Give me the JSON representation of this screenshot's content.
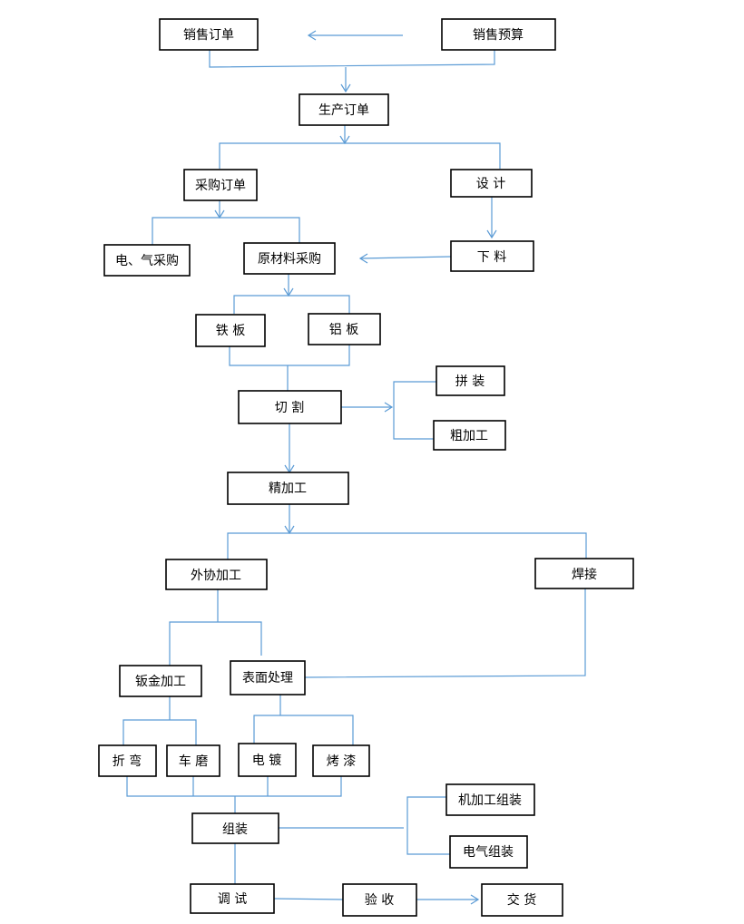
{
  "colors": {
    "box_border": "#000000",
    "connector": "#5b9bd5",
    "background": "#ffffff"
  },
  "nodes": {
    "sales_order": "销售订单",
    "sales_budget": "销售预算",
    "production_order": "生产订单",
    "purchase_order": "采购订单",
    "design": "设 计",
    "electrical_purchase": "电、气采购",
    "raw_material_purchase": "原材料采购",
    "blanking": "下 料",
    "iron_plate": "铁 板",
    "aluminum_plate": "铝 板",
    "cutting": "切   割",
    "splicing": "拼 装",
    "rough_machining": "粗加工",
    "finish_machining": "精加工",
    "outsourced_processing": "外协加工",
    "welding": "焊接",
    "sheet_metal": "钣金加工",
    "surface_treatment": "表面处理",
    "bending": "折 弯",
    "turning_grinding": "车 磨",
    "electroplating": "电 镀",
    "painting": "烤 漆",
    "assembly": "组装",
    "machining_assembly": "机加工组装",
    "electrical_assembly": "电气组装",
    "debugging": "调 试",
    "acceptance": "验 收",
    "delivery": "交 货"
  }
}
